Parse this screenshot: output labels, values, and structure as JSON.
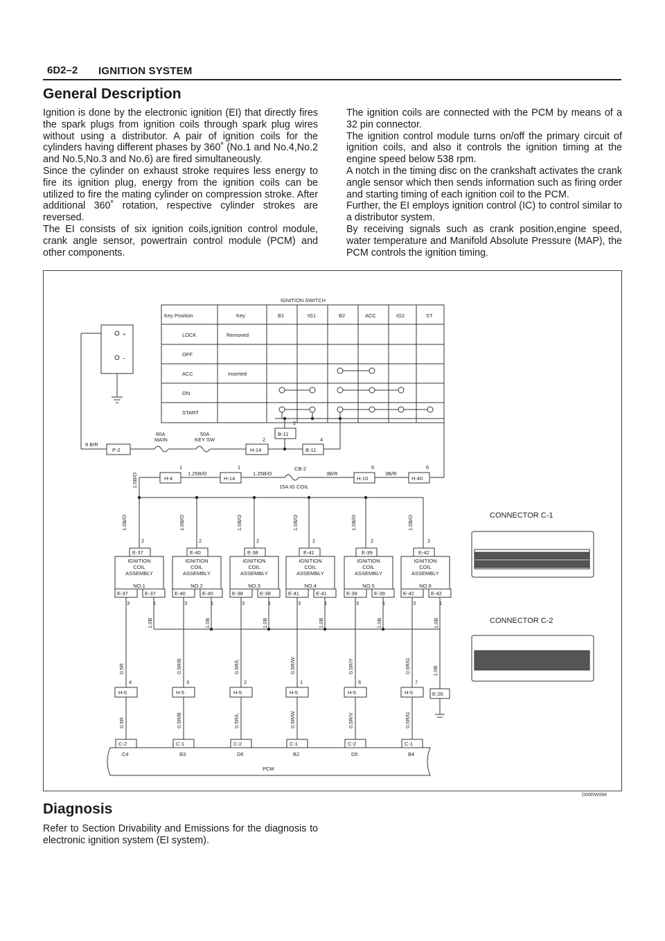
{
  "header": {
    "section_code": "6D2–2",
    "section_title": "IGNITION SYSTEM"
  },
  "general": {
    "heading": "General Description",
    "left_paragraphs": [
      "Ignition is done by the electronic ignition (EI) that directly fires the spark plugs from ignition coils through spark plug wires without using a distributor. A pair of ignition coils for the cylinders having different phases by 360˚ (No.1 and No.4,No.2 and No.5,No.3 and No.6) are fired simultaneously.",
      "Since the cylinder on exhaust stroke requires less energy to fire its ignition plug, energy from the ignition coils can be utilized to fire the mating cylinder on compression stroke. After additional 360˚ rotation, respective cylinder strokes are reversed.",
      "The EI consists of six ignition coils,ignition control module, crank angle sensor, powertrain control module (PCM) and other components."
    ],
    "right_paragraphs": [
      "The ignition coils are connected with the PCM by means of a 32 pin connector.",
      "The ignition control module turns on/off the primary circuit of ignition coils, and also it controls the ignition timing at the engine speed below 538 rpm.",
      "A notch in the timing disc on the crankshaft activates the crank angle sensor which then sends information such as firing order and starting timing of each ignition coil to the PCM.",
      "Further, the EI employs ignition control (IC) to control similar to a distributor system.",
      "By receiving signals such as crank position,engine speed, water temperature and Manifold Absolute Pressure (MAP), the PCM controls the ignition timing."
    ]
  },
  "diagram": {
    "figure_id": "D06RW084",
    "battery": {
      "plus": "+",
      "minus": "−"
    },
    "switch_table": {
      "title": "IGNITION SWITCH",
      "headers": [
        "Key Position",
        "Key",
        "B1",
        "IG1",
        "B2",
        "ACC",
        "IG2",
        "ST"
      ],
      "positions": [
        "LOCK",
        "OFF",
        "ACC",
        "ON",
        "START"
      ],
      "key_removed": "Removed",
      "key_inserted": "Inserted"
    },
    "fuses": {
      "main_amp": "60A",
      "main": "MAIN",
      "keysw_amp": "50A",
      "keysw": "KEY SW",
      "ig_coil_name": "CB-2",
      "ig_coil": "15A IG COIL"
    },
    "connectors": {
      "p2": "P-2",
      "h14": "H-14",
      "b11": "B-11",
      "h4": "H-4",
      "h10": "H-10",
      "h40": "H-40"
    },
    "pins": {
      "one": "1",
      "two": "2",
      "four": "4",
      "six": "6"
    },
    "wires": {
      "w8br": "8 B/R",
      "w125bo": "1.25B/O",
      "w3br": "3B/R",
      "w10bo": "1.0B/O",
      "w10b": "1.0B"
    },
    "coil_name_lines": [
      "IGNITION",
      "COIL",
      "ASSEMBLY"
    ],
    "coils": [
      {
        "no": "NO.1",
        "conn": "E-37",
        "c2pin": "4",
        "wire": "0.5R",
        "pcm_conn": "C-2",
        "pcm_pin": "C4"
      },
      {
        "no": "NO.2",
        "conn": "E-40",
        "c2pin": "3",
        "wire": "0.5R/B",
        "pcm_conn": "C-1",
        "pcm_pin": "B3"
      },
      {
        "no": "NO.3",
        "conn": "E-38",
        "c2pin": "2",
        "wire": "0.5R/L",
        "pcm_conn": "C-2",
        "pcm_pin": "D6"
      },
      {
        "no": "NO.4",
        "conn": "E-41",
        "c2pin": "1",
        "wire": "0.5R/W",
        "pcm_conn": "C-1",
        "pcm_pin": "B2"
      },
      {
        "no": "NO.5",
        "conn": "E-39",
        "c2pin": "6",
        "wire": "0.5R/Y",
        "pcm_conn": "C-2",
        "pcm_pin": "D5"
      },
      {
        "no": "NO.6",
        "conn": "E-42",
        "c2pin": "7",
        "wire": "0.5R/G",
        "pcm_conn": "C-1",
        "pcm_pin": "B4"
      }
    ],
    "coil_pin3": "3",
    "h5": "H-5",
    "ground": {
      "conn": "E-26",
      "wire": "1.0B"
    },
    "pcm_label": "PCM",
    "connector_c1": "CONNECTOR C-1",
    "connector_c2": "CONNECTOR C-2"
  },
  "diagnosis": {
    "heading": "Diagnosis",
    "text": "Refer to Section Drivability and Emissions for the diagnosis to electronic ignition system (EI system)."
  }
}
